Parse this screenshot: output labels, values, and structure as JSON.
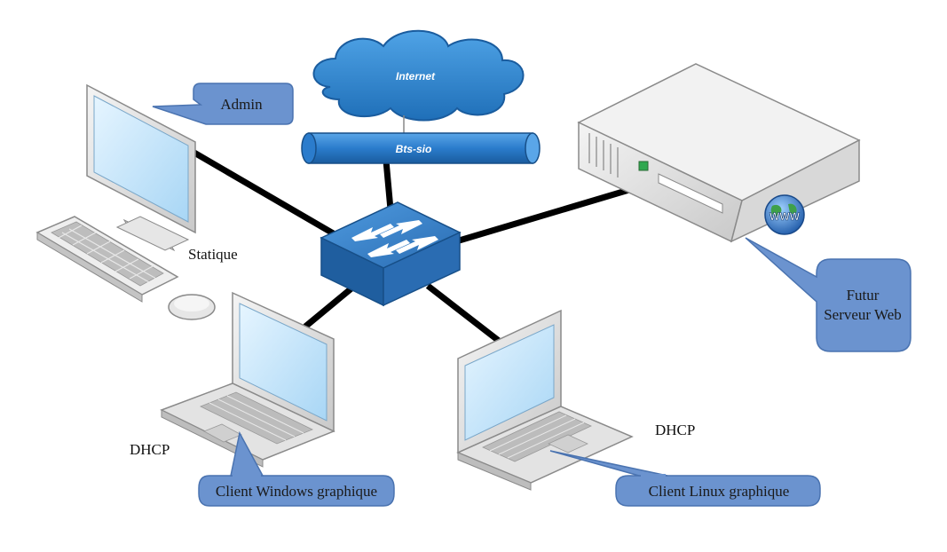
{
  "network": {
    "internet_label": "Internet",
    "backbone_label": "Bts-sio"
  },
  "callouts": {
    "admin": "Admin",
    "server_line1": "Futur",
    "server_line2": "Serveur Web",
    "windows_client": "Client Windows graphique",
    "linux_client": "Client Linux graphique"
  },
  "labels": {
    "statique": "Statique",
    "dhcp_windows": "DHCP",
    "dhcp_linux": "DHCP"
  },
  "globe_text": "WWW",
  "colors": {
    "callout_fill": "#6b93cf",
    "callout_stroke": "#4a73b0",
    "cloud_fill": "#2f7fc8",
    "switch_fill": "#2b6fb5",
    "link_line": "#000000",
    "screen_fill": "#cfe9fb"
  }
}
